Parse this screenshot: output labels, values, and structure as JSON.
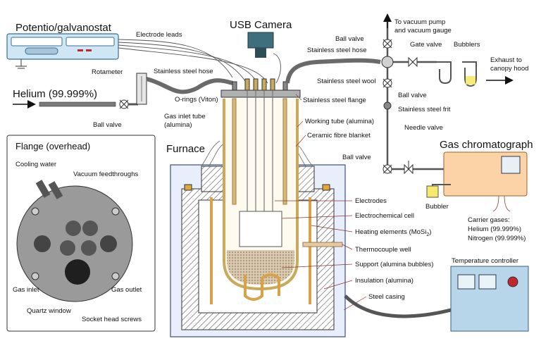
{
  "diagram": {
    "potentiostat": "Potentio/galvanostat",
    "usb_camera": "USB Camera",
    "electrode_leads": "Electrode leads",
    "stainless_hose_right": "Stainless steel hose",
    "stainless_hose_left": "Stainless steel hose",
    "rotameter": "Rotameter",
    "helium": "Helium (99.999%)",
    "ball_valve_left": "Ball valve",
    "o_rings": "O-rings (Viton)",
    "gas_inlet_tube_1": "Gas inlet tube",
    "gas_inlet_tube_2": "(alumina)",
    "stainless_flange": "Stainless steel flange",
    "working_tube": "Working tube (alumina)",
    "ceramic_blanket": "Ceramic fibre blanket",
    "ball_valve_top": "Ball valve",
    "vacuum_pump_1": "To vacuum pump",
    "vacuum_pump_2": "and vacuum gauge",
    "gate_valve": "Gate valve",
    "bubblers": "Bubblers",
    "exhaust_1": "Exhaust to",
    "exhaust_2": "canopy hood",
    "stainless_wool": "Stainless steel wool",
    "ball_valve_mid": "Ball valve",
    "stainless_frit": "Stainless steel frit",
    "needle_valve": "Needle valve",
    "ball_valve_gc": "Ball valve",
    "gas_chromatograph": "Gas chromatograph",
    "bubbler": "Bubbler",
    "carrier_1": "Carrier gases:",
    "carrier_2": "Helium (99.999%)",
    "carrier_3": "Nitrogen (99.999%)",
    "flange_title": "Flange (overhead)",
    "cooling_water": "Cooling water",
    "vacuum_feedthroughs": "Vacuum feedthroughs",
    "gas_inlet": "Gas inlet",
    "gas_outlet": "Gas outlet",
    "quartz_window": "Quartz window",
    "socket_screws": "Socket head screws",
    "furnace": "Furnace",
    "electrodes": "Electrodes",
    "electrochemical_cell": "Electrochemical cell",
    "heating_elements": "Heating elements (MoSi",
    "heating_sub": "2",
    "heating_close": ")",
    "thermocouple_well": "Thermocouple well",
    "support": "Support (alumina bubbles)",
    "insulation": "Insulation (alumina)",
    "steel_casing": "Steel casing",
    "temperature_controller": "Temperature controller"
  },
  "colors": {
    "device_blue": "#cfe6f5",
    "gc_orange": "#fbd3a6",
    "controller_blue": "#b7d6ea",
    "alumina": "#d8b77a",
    "hose": "#6a6a6a",
    "steel": "#9a9a9a",
    "red_button": "#c0272d"
  }
}
